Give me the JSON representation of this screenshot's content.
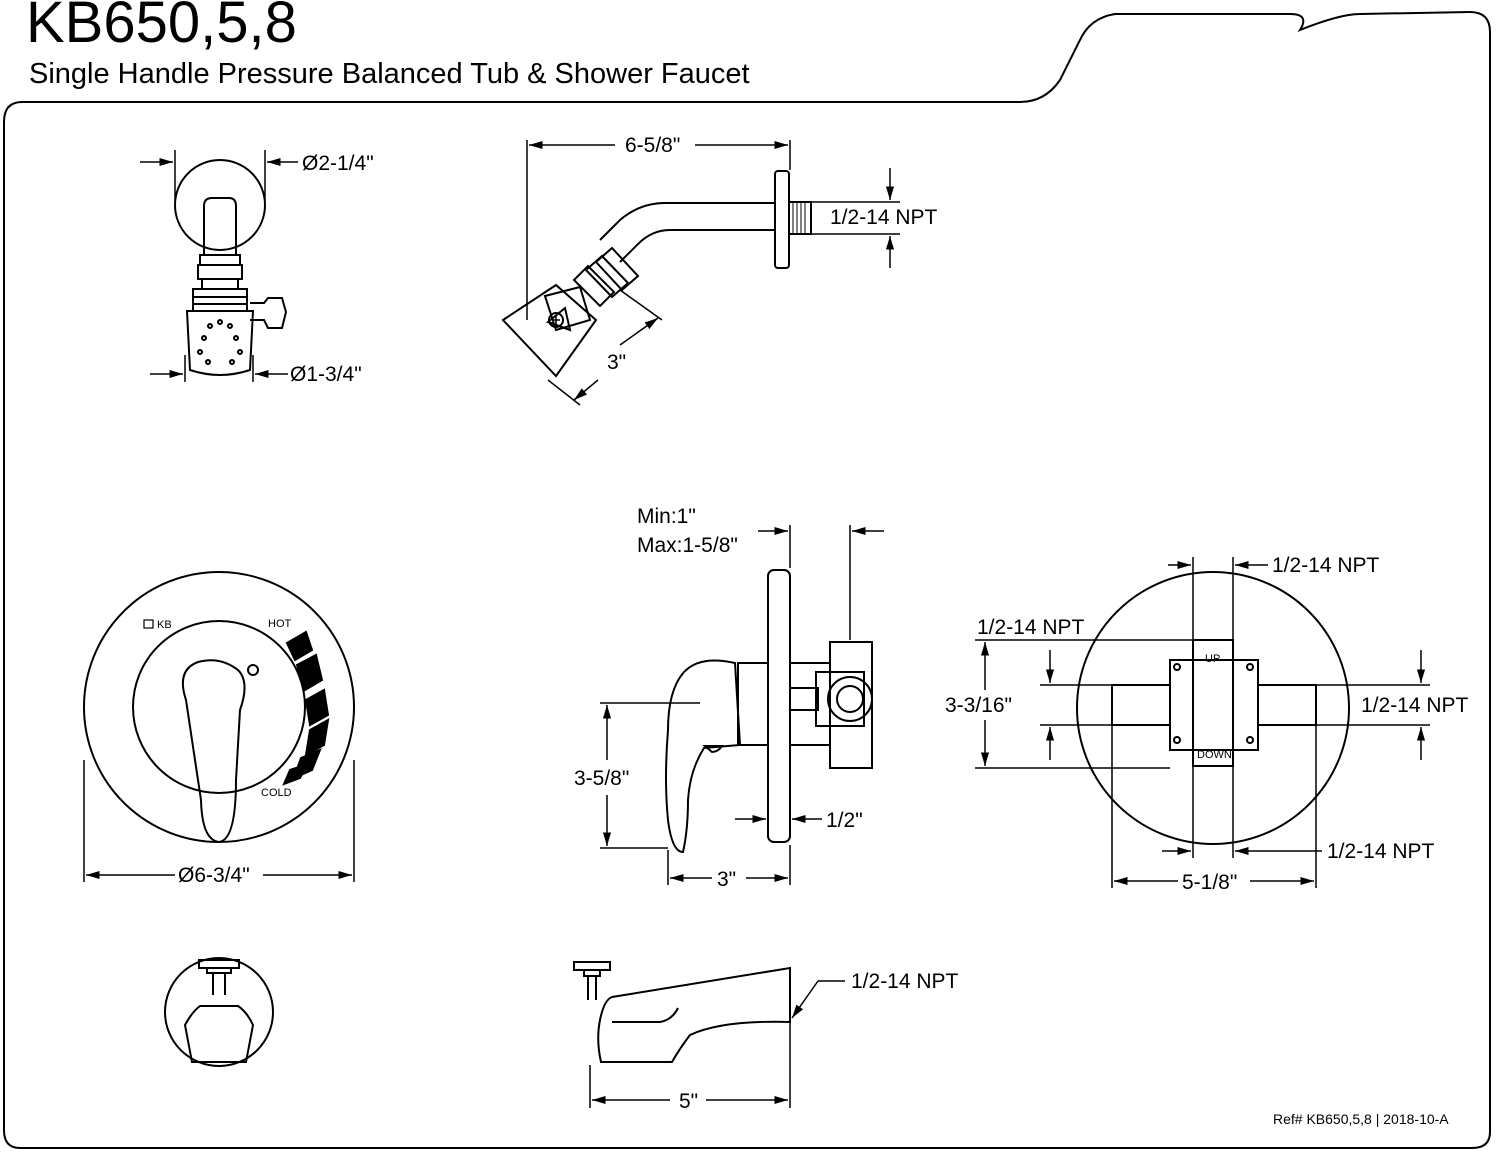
{
  "header": {
    "model": "KB650,5,8",
    "description": "Single Handle Pressure Balanced Tub & Shower Faucet"
  },
  "shower_head_front": {
    "flange_diameter": "Ø2-1/4\"",
    "head_diameter": "Ø1-3/4\""
  },
  "shower_arm_side": {
    "arm_length": "6-5/8\"",
    "thread": "1/2-14 NPT",
    "head_depth": "3\""
  },
  "valve_side": {
    "wall_min": "Min:1\"",
    "wall_max": "Max:1-5/8\"",
    "handle_height": "3-5/8\"",
    "trim_depth": "1/2\"",
    "projection": "3\""
  },
  "valve_trim_front": {
    "brand": "KB",
    "hot_label": "HOT",
    "cold_label": "COLD",
    "plate_diameter": "Ø6-3/4\""
  },
  "valve_body_rear": {
    "top_port": "1/2-14 NPT",
    "left_port": "1/2-14 NPT",
    "right_port": "1/2-14 NPT",
    "bottom_port": "1/2-14 NPT",
    "port_spacing": "3-3/16\"",
    "body_width": "5-1/8\"",
    "up_label": "UP",
    "down_label": "DOWN"
  },
  "tub_spout": {
    "thread": "1/2-14 NPT",
    "length": "5\""
  },
  "footer": {
    "reference": "Ref# KB650,5,8 | 2018-10-A"
  }
}
